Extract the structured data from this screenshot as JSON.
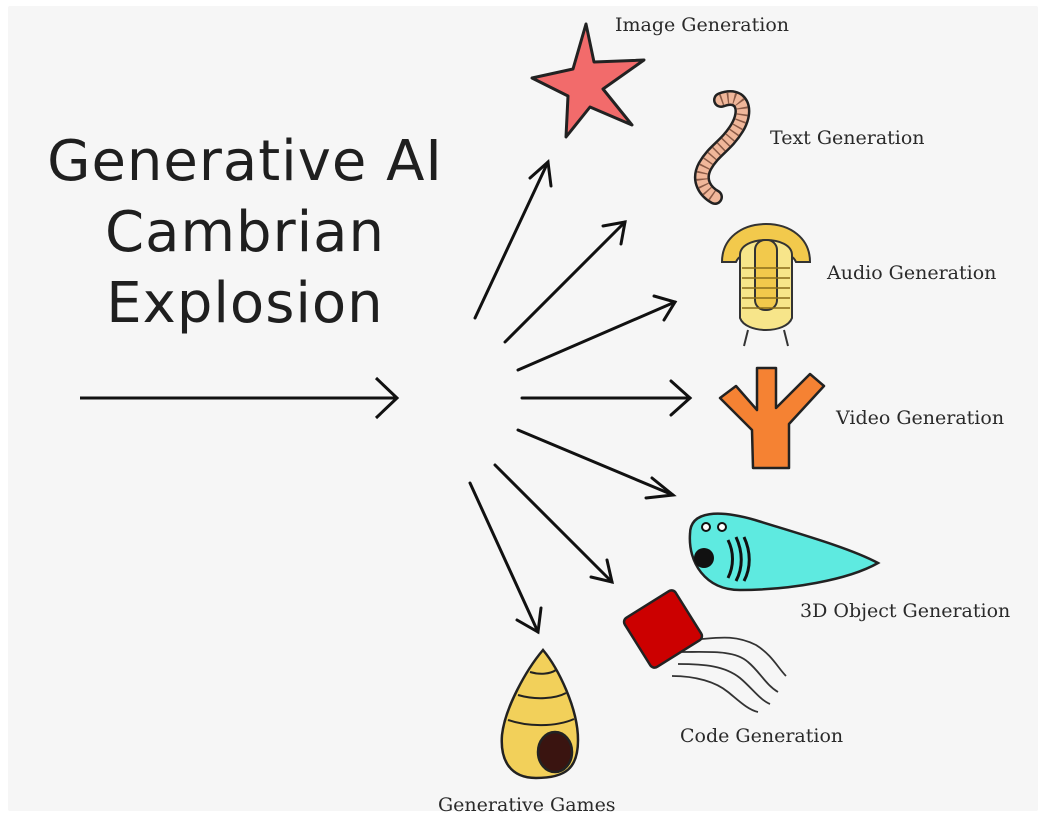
{
  "title": {
    "line1": "Generative AI",
    "line2": "Cambrian",
    "line3": "Explosion"
  },
  "branches": [
    {
      "label": "Image Generation",
      "icon": "starfish-icon",
      "color": "#f26b6b"
    },
    {
      "label": "Text Generation",
      "icon": "worm-icon",
      "color": "#f0b79a"
    },
    {
      "label": "Audio Generation",
      "icon": "trilobite-icon",
      "color": "#f2c94c"
    },
    {
      "label": "Video Generation",
      "icon": "coral-icon",
      "color": "#f58233"
    },
    {
      "label": "3D Object Generation",
      "icon": "fish-icon",
      "color": "#5eeae0"
    },
    {
      "label": "Code Generation",
      "icon": "jellyfish-icon",
      "color": "#cc0000"
    },
    {
      "label": "Generative Games",
      "icon": "snail-shell-icon",
      "color": "#f2d05a"
    }
  ]
}
